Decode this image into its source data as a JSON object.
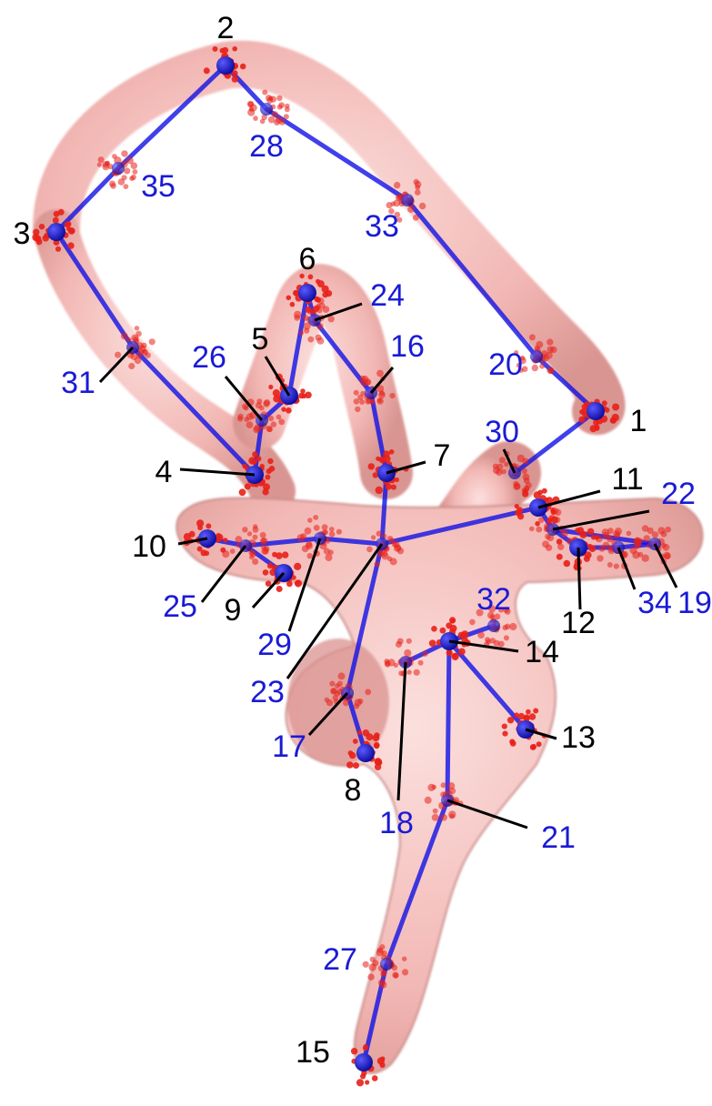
{
  "colors": {
    "background": "#ffffff",
    "tissue_fill": "#f2b7b4",
    "tissue_edge": "#c98b88",
    "skeleton": "#1010e6",
    "node": "#1414c8",
    "cloud": "#e8201a",
    "label_black": "#000000",
    "label_blue": "#1a1ad6",
    "leader": "#000000"
  },
  "landmarks": [
    {
      "id": "1",
      "label": "1",
      "color": "black"
    },
    {
      "id": "2",
      "label": "2",
      "color": "black"
    },
    {
      "id": "3",
      "label": "3",
      "color": "black"
    },
    {
      "id": "4",
      "label": "4",
      "color": "black"
    },
    {
      "id": "5",
      "label": "5",
      "color": "black"
    },
    {
      "id": "6",
      "label": "6",
      "color": "black"
    },
    {
      "id": "7",
      "label": "7",
      "color": "black"
    },
    {
      "id": "8",
      "label": "8",
      "color": "black"
    },
    {
      "id": "9",
      "label": "9",
      "color": "black"
    },
    {
      "id": "10",
      "label": "10",
      "color": "black"
    },
    {
      "id": "11",
      "label": "11",
      "color": "black"
    },
    {
      "id": "12",
      "label": "12",
      "color": "black"
    },
    {
      "id": "13",
      "label": "13",
      "color": "black"
    },
    {
      "id": "14",
      "label": "14",
      "color": "black"
    },
    {
      "id": "15",
      "label": "15",
      "color": "black"
    },
    {
      "id": "16",
      "label": "16",
      "color": "blue"
    },
    {
      "id": "17",
      "label": "17",
      "color": "blue"
    },
    {
      "id": "18",
      "label": "18",
      "color": "blue"
    },
    {
      "id": "19",
      "label": "19",
      "color": "blue"
    },
    {
      "id": "20",
      "label": "20",
      "color": "blue"
    },
    {
      "id": "21",
      "label": "21",
      "color": "blue"
    },
    {
      "id": "22",
      "label": "22",
      "color": "blue"
    },
    {
      "id": "23",
      "label": "23",
      "color": "blue"
    },
    {
      "id": "24",
      "label": "24",
      "color": "blue"
    },
    {
      "id": "25",
      "label": "25",
      "color": "blue"
    },
    {
      "id": "26",
      "label": "26",
      "color": "blue"
    },
    {
      "id": "27",
      "label": "27",
      "color": "blue"
    },
    {
      "id": "28",
      "label": "28",
      "color": "blue"
    },
    {
      "id": "29",
      "label": "29",
      "color": "blue"
    },
    {
      "id": "30",
      "label": "30",
      "color": "blue"
    },
    {
      "id": "31",
      "label": "31",
      "color": "blue"
    },
    {
      "id": "32",
      "label": "32",
      "color": "blue"
    },
    {
      "id": "33",
      "label": "33",
      "color": "blue"
    },
    {
      "id": "34",
      "label": "34",
      "color": "blue"
    },
    {
      "id": "35",
      "label": "35",
      "color": "blue"
    }
  ],
  "edges": [
    [
      "2",
      "28"
    ],
    [
      "28",
      "33"
    ],
    [
      "33",
      "20"
    ],
    [
      "20",
      "1"
    ],
    [
      "1",
      "30"
    ],
    [
      "2",
      "35"
    ],
    [
      "35",
      "3"
    ],
    [
      "3",
      "31"
    ],
    [
      "31",
      "4"
    ],
    [
      "4",
      "26"
    ],
    [
      "26",
      "5"
    ],
    [
      "5",
      "6"
    ],
    [
      "6",
      "24"
    ],
    [
      "24",
      "16"
    ],
    [
      "16",
      "7"
    ],
    [
      "7",
      "23"
    ],
    [
      "10",
      "25"
    ],
    [
      "25",
      "9"
    ],
    [
      "25",
      "29"
    ],
    [
      "29",
      "23"
    ],
    [
      "23",
      "11"
    ],
    [
      "11",
      "22"
    ],
    [
      "22",
      "19"
    ],
    [
      "19",
      "34"
    ],
    [
      "34",
      "12"
    ],
    [
      "12",
      "22"
    ],
    [
      "23",
      "17"
    ],
    [
      "17",
      "8"
    ],
    [
      "18",
      "14"
    ],
    [
      "14",
      "32"
    ],
    [
      "14",
      "13"
    ],
    [
      "14",
      "21"
    ],
    [
      "21",
      "27"
    ],
    [
      "27",
      "15"
    ]
  ]
}
